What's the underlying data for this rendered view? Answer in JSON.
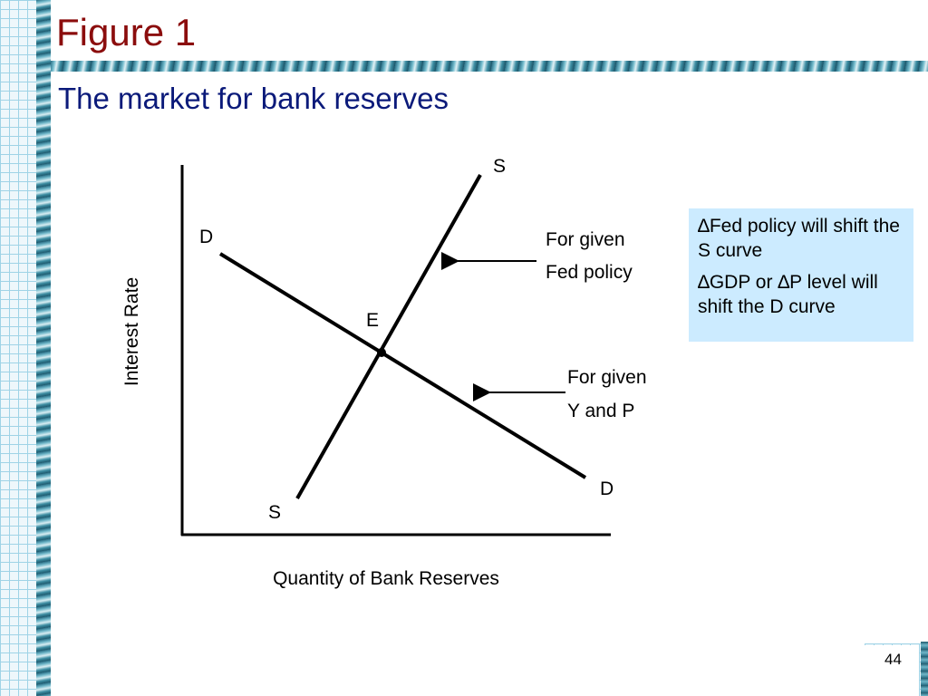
{
  "slide": {
    "title": "Figure 1",
    "subtitle": "The market for bank reserves",
    "page_number": "44"
  },
  "diagram": {
    "y_axis_label": "Interest Rate",
    "x_axis_label": "Quantity of Bank Reserves",
    "supply_label_top": "S",
    "supply_label_bottom": "S",
    "demand_label_top": "D",
    "demand_label_bottom": "D",
    "equilibrium_label": "E",
    "supply_annotation_line1": "For given",
    "supply_annotation_line2": "Fed policy",
    "demand_annotation_line1": "For given",
    "demand_annotation_line2": "Y and P"
  },
  "note_box": {
    "line1": "∆Fed policy will shift the S curve",
    "line2": "∆GDP or ∆P level will shift the D curve"
  }
}
